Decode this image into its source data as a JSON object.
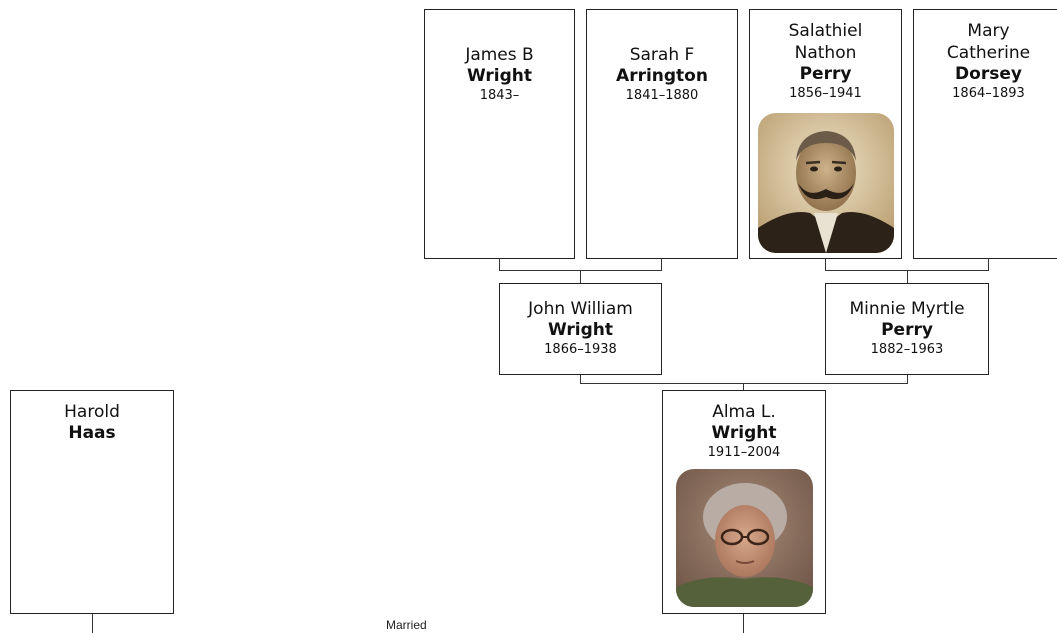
{
  "people": {
    "james": {
      "given": "James B",
      "surname": "Wright",
      "dates": "1843–"
    },
    "sarah": {
      "given": "Sarah F",
      "surname": "Arrington",
      "dates": "1841–1880"
    },
    "salathiel": {
      "given": "Salathiel\nNathon",
      "surname": "Perry",
      "dates": "1856–1941"
    },
    "mary": {
      "given": "Mary\nCatherine",
      "surname": "Dorsey",
      "dates": "1864–1893"
    },
    "john": {
      "given": "John William",
      "surname": "Wright",
      "dates": "1866–1938"
    },
    "minnie": {
      "given": "Minnie Myrtle",
      "surname": "Perry",
      "dates": "1882–1963"
    },
    "alma": {
      "given": "Alma L.",
      "surname": "Wright",
      "dates": "1911–2004"
    },
    "harold": {
      "given": "Harold",
      "surname": "Haas",
      "dates": ""
    }
  },
  "relation_label": "Married",
  "colors": {
    "border": "#222222",
    "line": "#333333"
  }
}
